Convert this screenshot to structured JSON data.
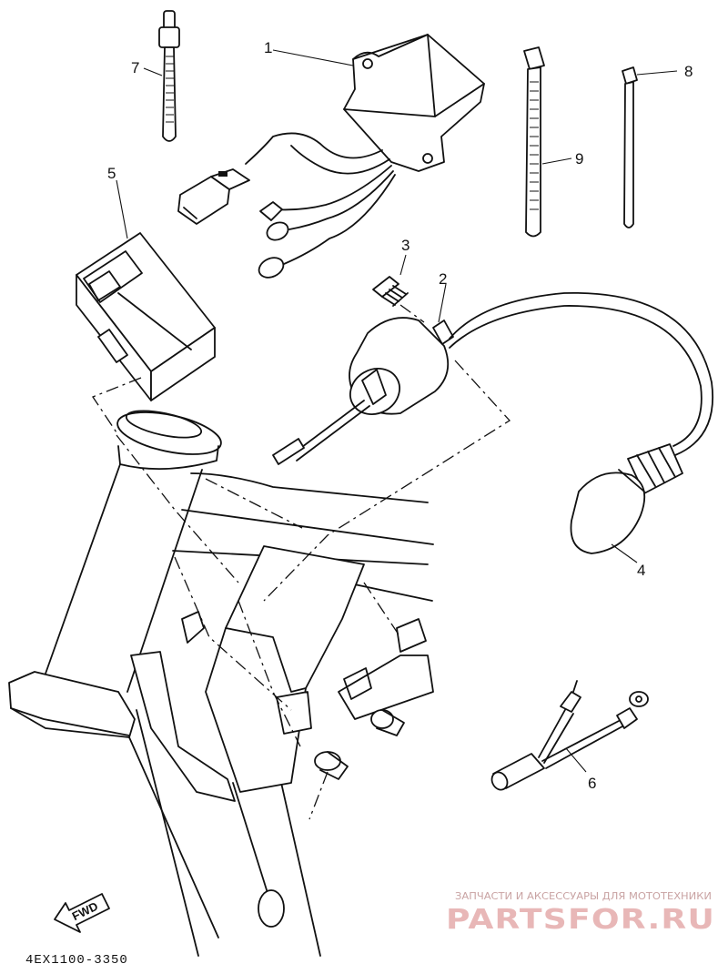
{
  "callouts": {
    "c1": "1",
    "c2": "2",
    "c3": "3",
    "c4": "4",
    "c5": "5",
    "c6": "6",
    "c7": "7",
    "c8": "8",
    "c9": "9"
  },
  "fwd_label": "FWD",
  "drawing_code": "4EX1100-3350",
  "watermark": {
    "tagline": "ЗАПЧАСТИ И АКСЕССУАРЫ ДЛЯ МОТОТЕХНИКИ",
    "logo": "PARTSFOR.RU"
  }
}
